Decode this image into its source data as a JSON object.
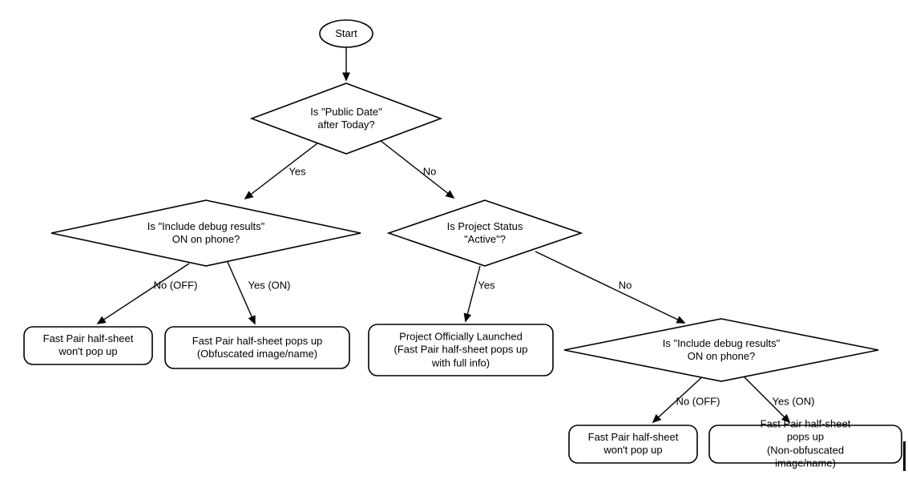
{
  "diagram": {
    "nodes": {
      "start": {
        "label": "Start"
      },
      "public_date": {
        "label": "Is \"Public Date\"\nafter Today?"
      },
      "debug_left": {
        "label": "Is \"Include debug results\"\nON on phone?"
      },
      "status": {
        "label": "Is Project Status\n\"Active\"?"
      },
      "debug_right": {
        "label": "Is \"Include debug results\"\nON on phone?"
      },
      "no_popup_left": {
        "label": "Fast Pair half-sheet\nwon't pop up"
      },
      "obfuscated": {
        "label": "Fast Pair half-sheet pops up\n(Obfuscated image/name)"
      },
      "launched": {
        "label": "Project Officially Launched\n(Fast Pair half-sheet pops up\nwith full info)"
      },
      "no_popup_right": {
        "label": "Fast Pair half-sheet\nwon't pop up"
      },
      "non_obfuscated": {
        "label": "Fast Pair half-sheet pops up\n(Non-obfuscated image/name)"
      }
    },
    "edges": {
      "public_date_yes": {
        "label": "Yes"
      },
      "public_date_no": {
        "label": "No"
      },
      "debug_left_no": {
        "label": "No (OFF)"
      },
      "debug_left_yes": {
        "label": "Yes (ON)"
      },
      "status_yes": {
        "label": "Yes"
      },
      "status_no": {
        "label": "No"
      },
      "debug_right_no": {
        "label": "No (OFF)"
      },
      "debug_right_yes": {
        "label": "Yes (ON)"
      }
    },
    "colors": {
      "stroke": "#000000",
      "fill": "#ffffff",
      "text": "#000000"
    }
  }
}
